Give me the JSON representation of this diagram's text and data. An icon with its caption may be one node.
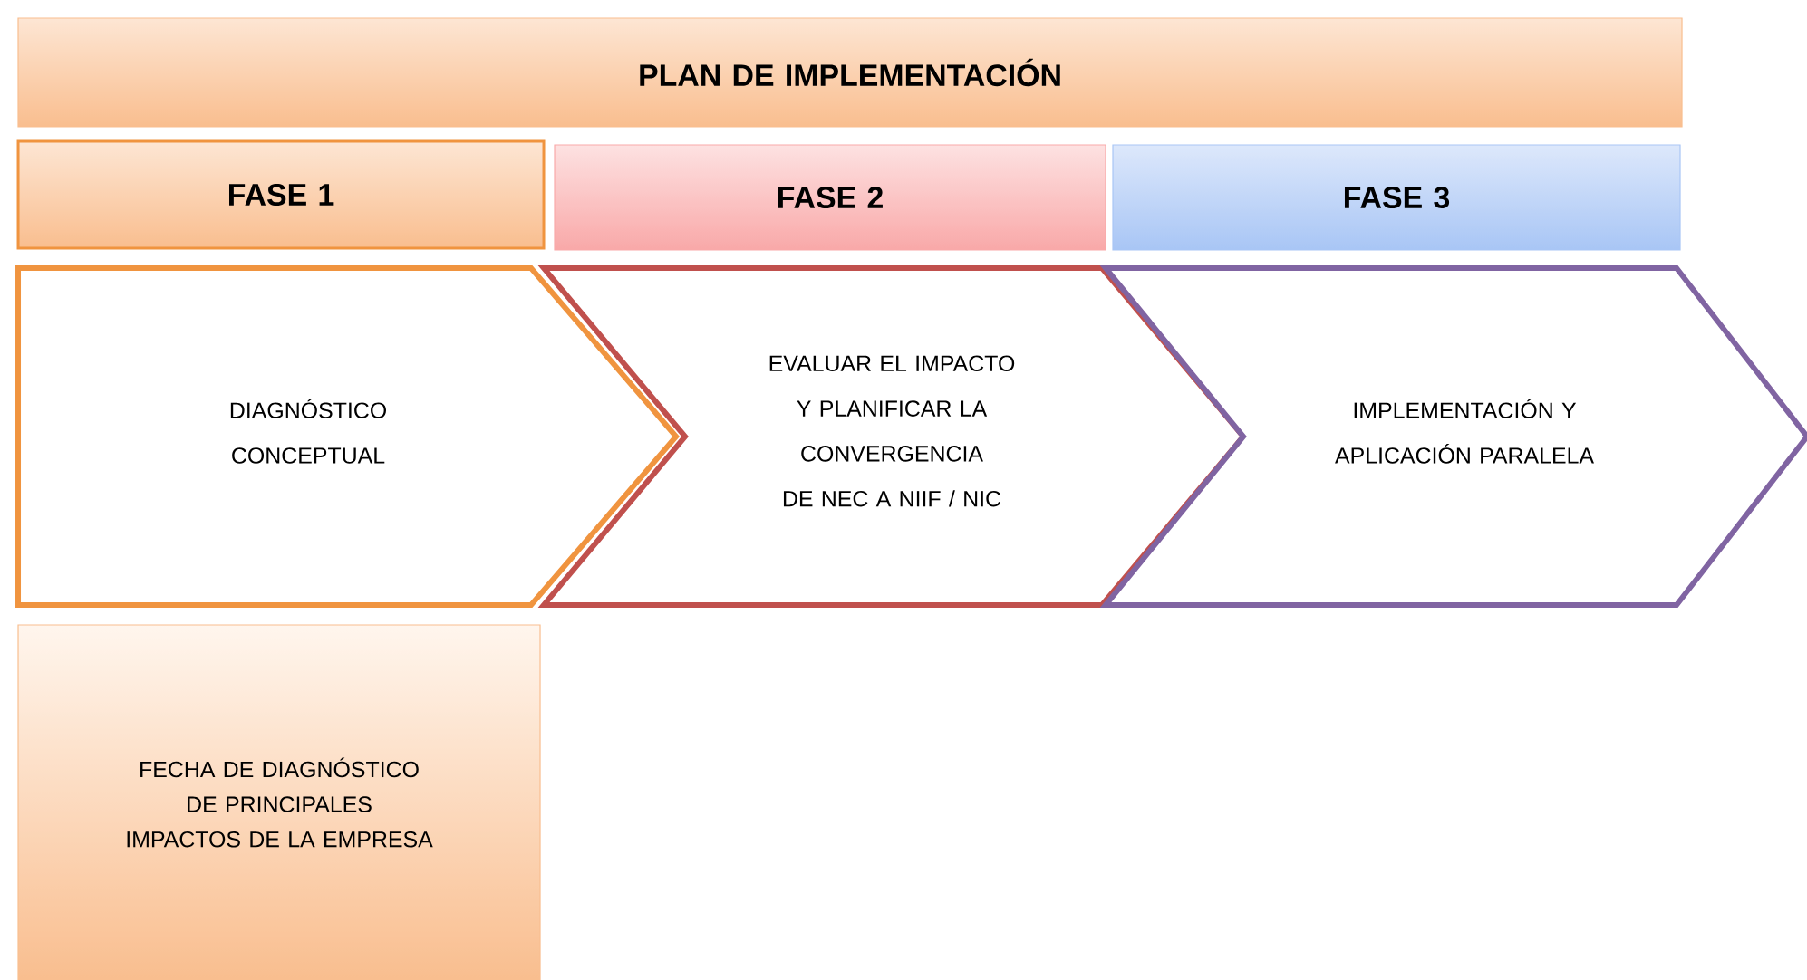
{
  "diagram": {
    "nodes": [
      {
        "text": [
          "PLAN  DE  IMPLEMENTACIÓN"
        ]
      },
      {
        "text": [
          "FASE  1"
        ]
      },
      {
        "text": [
          "FASE  2"
        ]
      },
      {
        "text": [
          "FASE  3"
        ]
      },
      {
        "text": [
          "DIAGNÓSTICO CONCEPTUAL"
        ]
      },
      {
        "text": [
          "EVALUAR  EL IMPACTO Y PLANIFICAR LA CONVERGENCIA DE NEC A  NIIF / NIC"
        ]
      },
      {
        "text": [
          "IMPLEMENTACIÓN Y APLICACIÓN PARALELA"
        ]
      },
      {
        "text": [
          "FECHA DE DIAGNÓSTICO DE PRINCIPALES IMPACTOS DE LA EMPRESA"
        ]
      }
    ]
  }
}
